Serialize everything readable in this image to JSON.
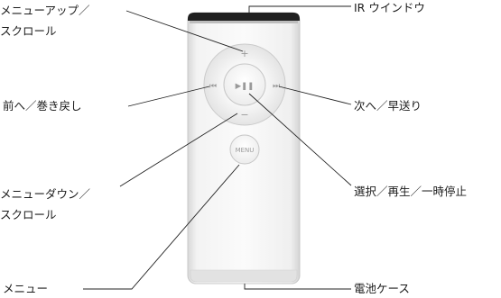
{
  "labels": {
    "menu_up_line1": "メニューアップ／",
    "menu_up_line2": "スクロール",
    "prev_rewind": "前へ／巻き戻し",
    "menu_down_line1": "メニューダウン／",
    "menu_down_line2": "スクロール",
    "menu": "メニュー",
    "ir_window": "IR ウインドウ",
    "next_fastforward": "次へ／早送り",
    "select_play_pause": "選択／再生／一時停止",
    "battery_case": "電池ケース"
  },
  "remote_buttons": {
    "plus": "+",
    "minus": "−",
    "prev": "⏮",
    "next": "⏭",
    "play_pause": "▶❚❚",
    "menu": "MENU"
  },
  "colors": {
    "body": "#f4f4f4",
    "outline": "#c9c9c9",
    "ir_window": "#1e1e1e",
    "leader_line": "#222222"
  }
}
